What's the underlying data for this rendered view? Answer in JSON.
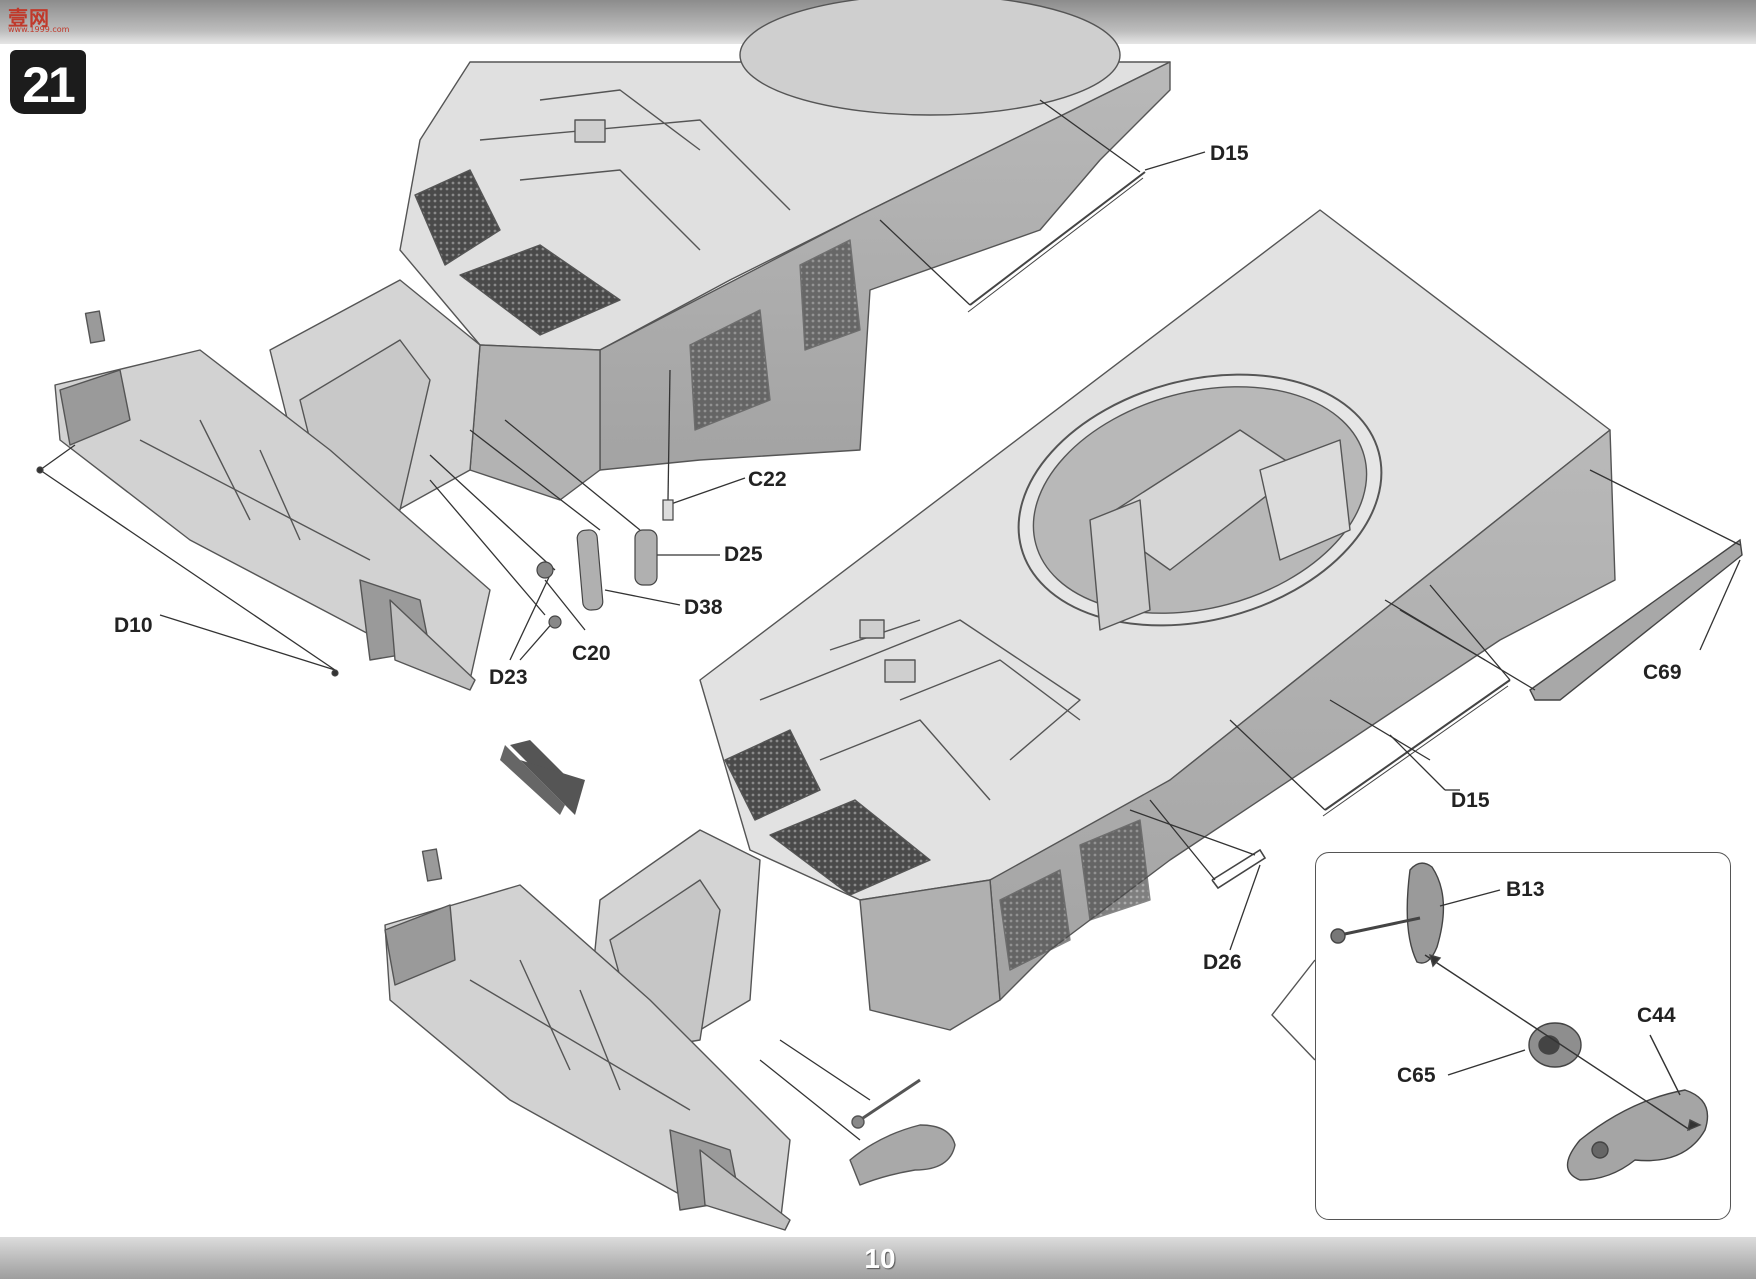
{
  "watermark": {
    "text": "壹网",
    "sub": "www.1999.com"
  },
  "step": {
    "number": "21"
  },
  "page": {
    "number": "10"
  },
  "labels": {
    "d15_top": "D15",
    "c22": "C22",
    "d25": "D25",
    "d38": "D38",
    "c20": "C20",
    "d23": "D23",
    "d10": "D10",
    "c69": "C69",
    "d15_bottom": "D15",
    "d26": "D26",
    "b13": "B13",
    "c44": "C44",
    "c65": "C65"
  }
}
